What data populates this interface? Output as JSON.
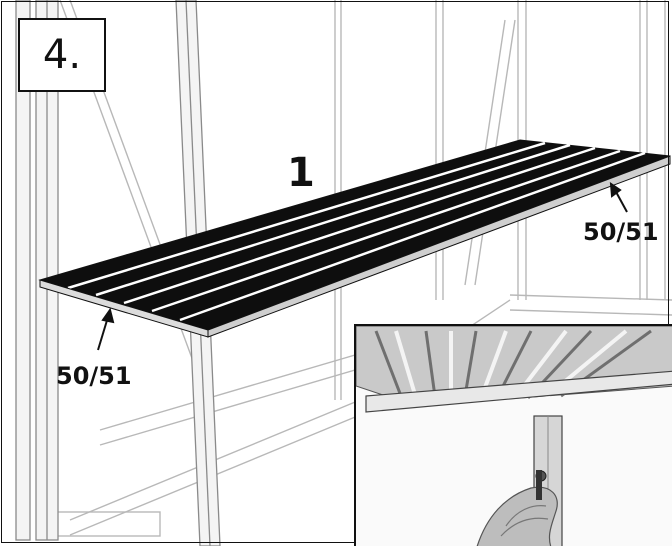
{
  "step": {
    "number": "4."
  },
  "labels": {
    "part": "1",
    "callout_right": "50/51",
    "callout_left": "50/51"
  },
  "colors": {
    "line": "#111111",
    "frame_light": "#b8b8b8",
    "slat": "#0e0e0e",
    "background": "#ffffff"
  }
}
